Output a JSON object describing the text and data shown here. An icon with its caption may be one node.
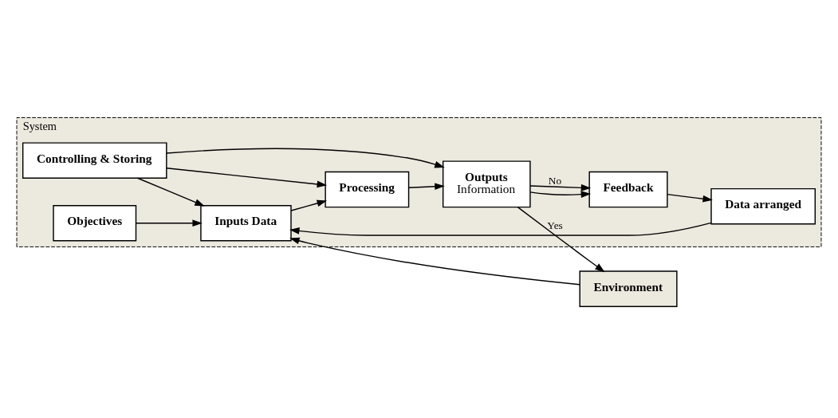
{
  "diagram": {
    "nodes": [
      {
        "text": [
          "Environment"
        ]
      },
      {
        "text": [
          "System"
        ]
      },
      {
        "text": [
          "Controlling & Storing"
        ],
        "in": 1
      },
      {
        "text": [
          "Objectives"
        ],
        "in": 1
      },
      {
        "text": [
          "Inputs Data"
        ],
        "in": 1
      },
      {
        "text": [
          "Processing"
        ],
        "in": 1
      },
      {
        "text": [
          "Outputs",
          "Information"
        ],
        "in": 1
      },
      {
        "text": [
          "Data arranged"
        ],
        "in": 1
      },
      {
        "text": [
          "Feedback"
        ],
        "in": 1
      }
    ],
    "edges": [
      {
        "from": 2,
        "to": 4,
        "arrow": "to"
      },
      {
        "from": 2,
        "to": 5,
        "arrow": "to"
      },
      {
        "from": 2,
        "to": 6,
        "arrow": "to"
      },
      {
        "from": 3,
        "to": 4,
        "arrow": "to"
      },
      {
        "from": 0,
        "to": 4,
        "arrow": "to"
      },
      {
        "from": 4,
        "to": 5,
        "arrow": "to"
      },
      {
        "from": 5,
        "to": 6,
        "arrow": "to"
      },
      {
        "from": 6,
        "to": 0,
        "arrow": "to",
        "label": "Yes"
      },
      {
        "from": 6,
        "to": 8,
        "arrow": "to",
        "label": "No"
      },
      {
        "from": 6,
        "to": 8,
        "arrow": "to"
      },
      {
        "from": 8,
        "to": 7,
        "arrow": "to"
      },
      {
        "from": 7,
        "to": 4,
        "arrow": "to"
      }
    ]
  }
}
